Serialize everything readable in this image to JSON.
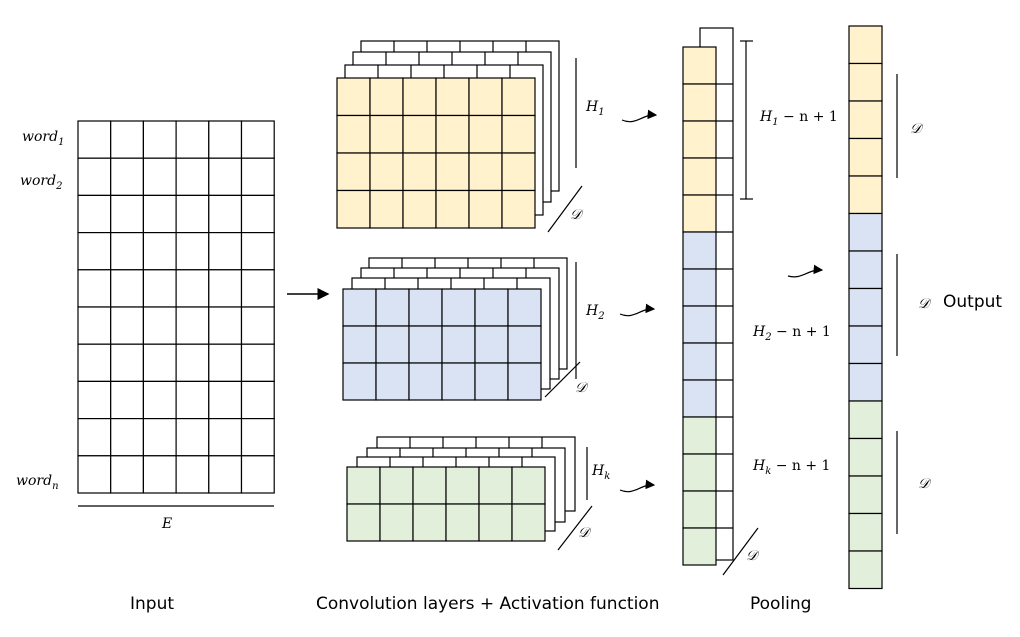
{
  "colors": {
    "yellow": "#fff2cc",
    "blue": "#dae3f3",
    "green": "#e2efda",
    "stroke": "#000000"
  },
  "input": {
    "rows": 10,
    "cols": 6,
    "word_labels": [
      {
        "base": "word",
        "sub": "1"
      },
      {
        "base": "word",
        "sub": "2"
      },
      {
        "base": "word",
        "sub": "n"
      }
    ],
    "width_label": "E"
  },
  "conv_layers": [
    {
      "height_label": {
        "base": "H",
        "sub": "1"
      },
      "depth_label": "𝒟",
      "color": "yellow",
      "rows": 4,
      "cols": 6
    },
    {
      "height_label": {
        "base": "H",
        "sub": "2"
      },
      "depth_label": "𝒟",
      "color": "blue",
      "rows": 3,
      "cols": 6
    },
    {
      "height_label": {
        "base": "H",
        "sub": "k"
      },
      "depth_label": "𝒟",
      "color": "green",
      "rows": 2,
      "cols": 6
    }
  ],
  "pooling_vector": {
    "segments": [
      {
        "label_base": "H",
        "label_sub": "1",
        "label_tail": " − n + 1",
        "color": "yellow",
        "cells": 5
      },
      {
        "label_base": "H",
        "label_sub": "2",
        "label_tail": " − n + 1",
        "color": "blue",
        "cells": 5
      },
      {
        "label_base": "H",
        "label_sub": "k",
        "label_tail": " − n + 1",
        "color": "green",
        "cells": 4
      }
    ],
    "depth_label": "𝒟"
  },
  "output_vector": {
    "segments": [
      {
        "color": "yellow",
        "cells": 5,
        "label": "𝒟"
      },
      {
        "color": "blue",
        "cells": 5,
        "label": "𝒟"
      },
      {
        "color": "green",
        "cells": 5,
        "label": "𝒟"
      }
    ],
    "title": "Output"
  },
  "stage_labels": {
    "input": "Input",
    "conv": "Convolution layers + Activation function",
    "pooling": "Pooling"
  }
}
